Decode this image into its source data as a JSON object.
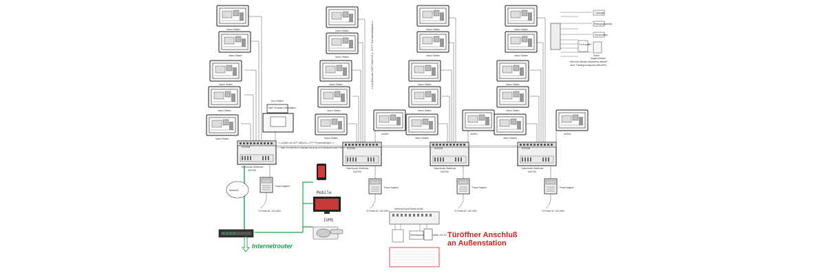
{
  "labels": {
    "indoor_station": "Indoor Station",
    "door_station": "Door Station",
    "main_door_station": "Main Türstation Hausstation",
    "cable_note_1": "<< ca.80m mit CAT7 AWG23 o. 2*2*T Fernmeldekabel >>",
    "cable_note_2": "Max 15 KAD706 in Cascade mit je bis zu 6 Monitoren oder 5 M + 1 Türstation",
    "vertical_cable_note": "<<ca.80m mit CAT7 AWG23 o. 2*2*T Fernmeldekabel>>",
    "distributor_label": "Video/Audio Distributor",
    "distributor_model": "KAD706",
    "brand": "KOCOM",
    "power_adapter": "Power Adapter",
    "ac_plug": "To Power AC 100-240V",
    "network": "Netzwerk",
    "mobile": "Mobile",
    "ivms": "IVMS",
    "internet_router": "Internetrouter",
    "door_opener_title_1": "Türöffner Anschluß",
    "door_opener_title_2": "an Außenstation",
    "relay_note": "Switchs/Output Relais NO/NC",
    "dc_note": "Gleichspannung für Türöffner 12V DC",
    "alarm_note": "Wird über Monitor Alarmmenü aktiviert",
    "zone_note": "Line1 Türklingel entspricht AIN1/GND",
    "floor_bell": "Etagenruftaster",
    "legend_items": [
      "Türklingel",
      "Bewegungsmelder",
      "Rauchmelder",
      "Tür Kontakt",
      "Notruf"
    ],
    "distance_label": "ca.80m"
  }
}
